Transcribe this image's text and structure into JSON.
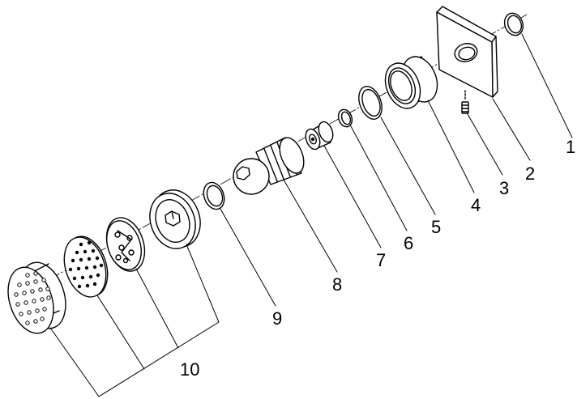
{
  "diagram": {
    "type": "exploded-parts-diagram",
    "line_color": "#000000",
    "fill_color": "#ffffff",
    "part_numbers": [
      "1",
      "2",
      "3",
      "4",
      "5",
      "6",
      "7",
      "8",
      "9",
      "10"
    ]
  }
}
